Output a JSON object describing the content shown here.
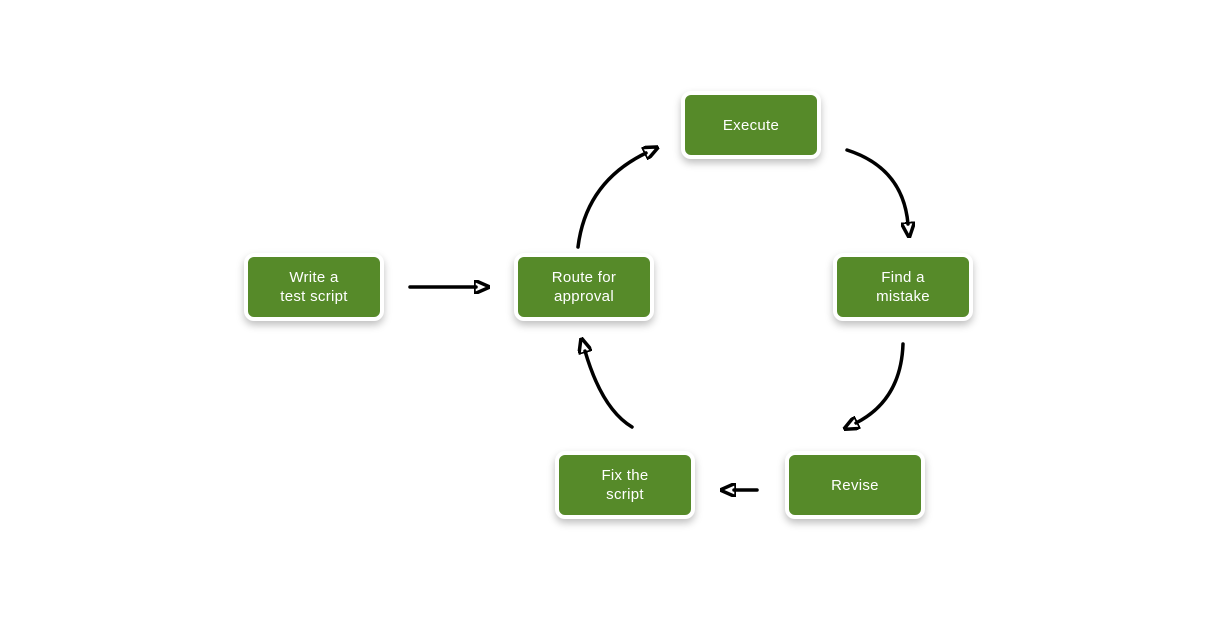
{
  "diagram": {
    "type": "cycle-flowchart",
    "node_color": "#568a29",
    "node_text_color": "#ffffff",
    "arrow_color": "#000000",
    "background_color": "#ffffff",
    "nodes": [
      {
        "id": "write-test-script",
        "label": "Write a\ntest script"
      },
      {
        "id": "route-for-approval",
        "label": "Route for\napproval"
      },
      {
        "id": "execute",
        "label": "Execute"
      },
      {
        "id": "find-a-mistake",
        "label": "Find a\nmistake"
      },
      {
        "id": "revise",
        "label": "Revise"
      },
      {
        "id": "fix-the-script",
        "label": "Fix the\nscript"
      }
    ],
    "edges": [
      {
        "from": "write-test-script",
        "to": "route-for-approval",
        "style": "straight"
      },
      {
        "from": "route-for-approval",
        "to": "execute",
        "style": "curved"
      },
      {
        "from": "execute",
        "to": "find-a-mistake",
        "style": "curved"
      },
      {
        "from": "find-a-mistake",
        "to": "revise",
        "style": "curved"
      },
      {
        "from": "revise",
        "to": "fix-the-script",
        "style": "straight"
      },
      {
        "from": "fix-the-script",
        "to": "route-for-approval",
        "style": "curved"
      }
    ]
  }
}
